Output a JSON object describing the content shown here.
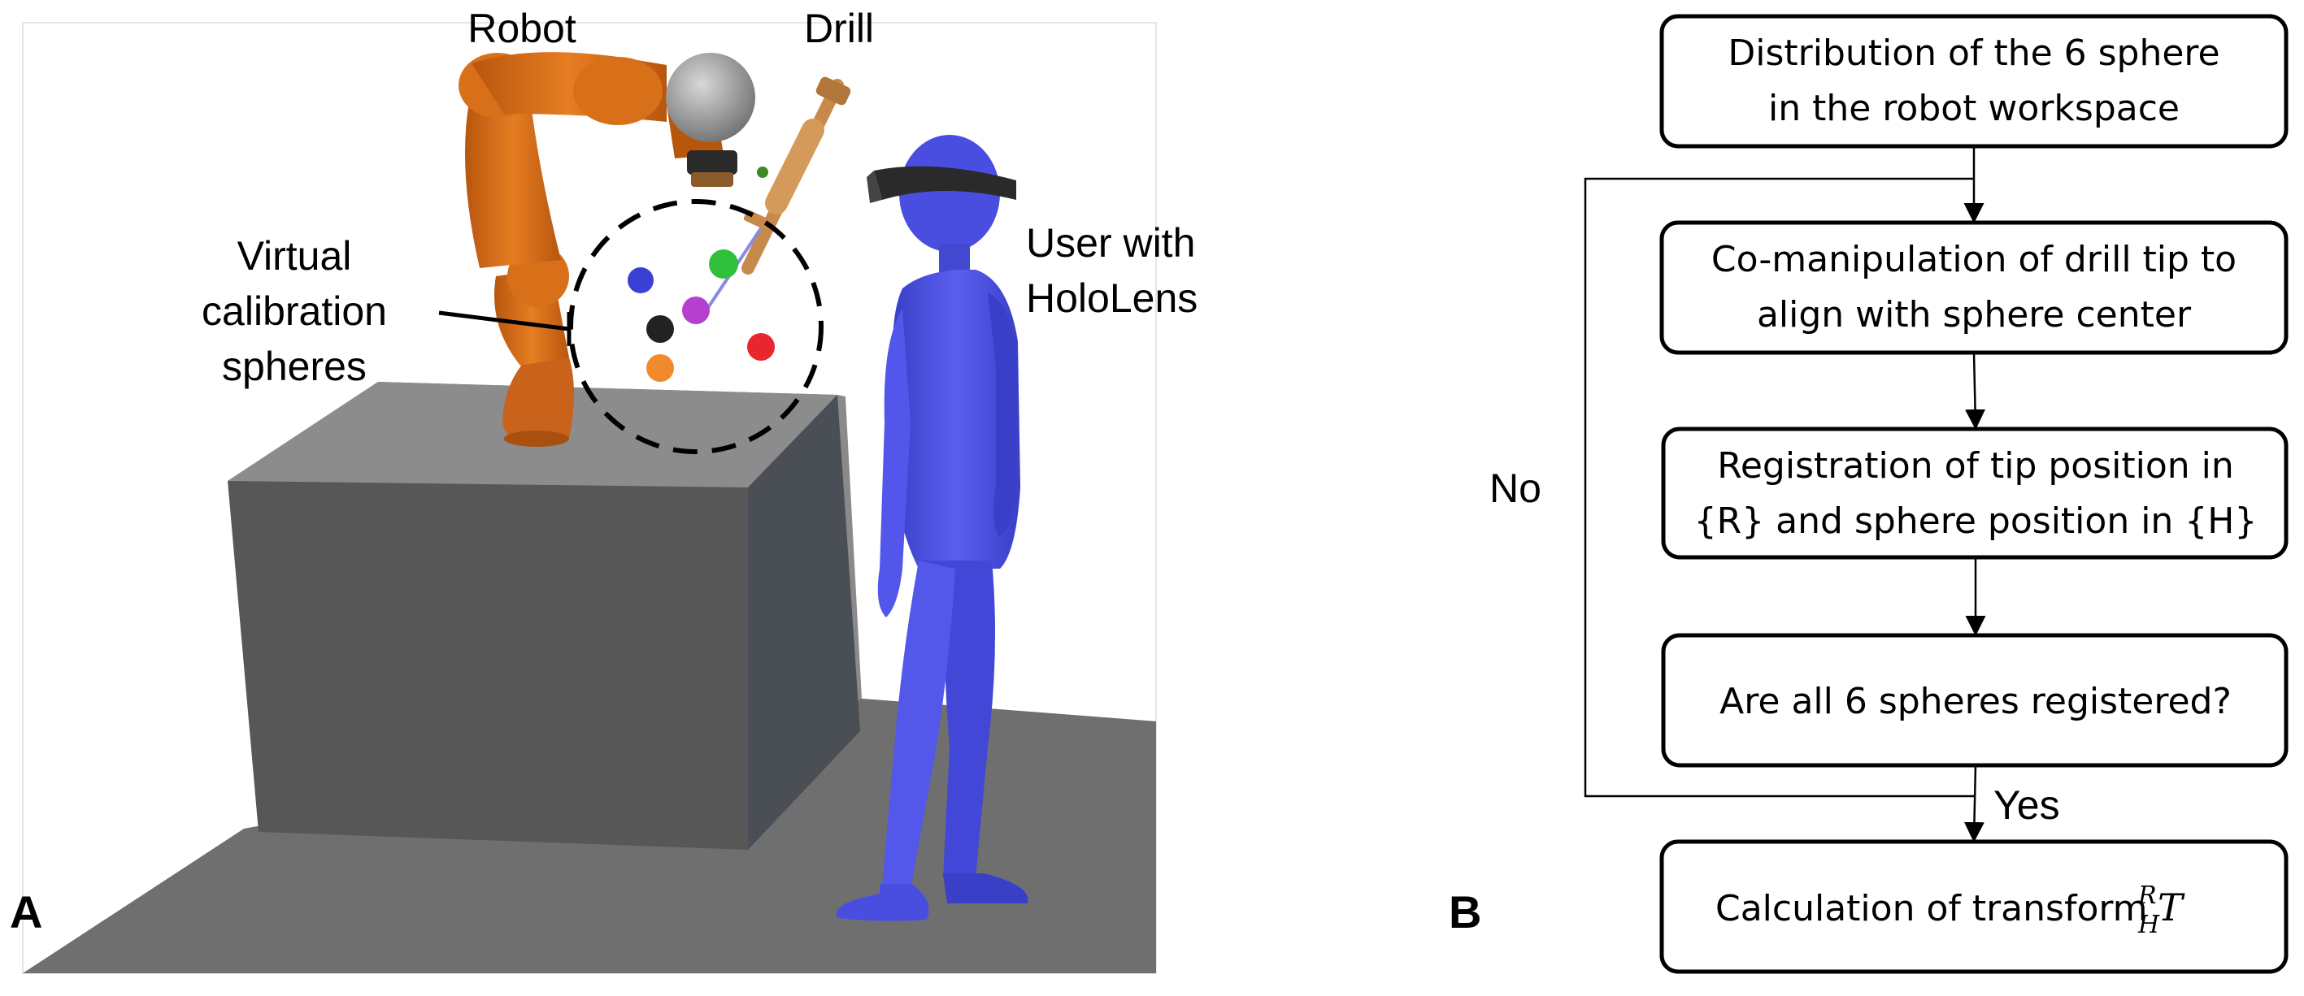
{
  "panel_a": {
    "panel_letter": "A",
    "labels": {
      "robot": "Robot",
      "drill": "Drill",
      "user_line1": "User with",
      "user_line2": "HoloLens",
      "spheres_line1": "Virtual",
      "spheres_line2": "calibration",
      "spheres_line3": "spheres"
    },
    "sphere_colors": [
      "#3a3fd6",
      "#2fbf3a",
      "#b540d0",
      "#222222",
      "#e8262d",
      "#f08a2a"
    ]
  },
  "panel_b": {
    "panel_letter": "B",
    "steps": {
      "s1_line1": "Distribution of the 6 sphere",
      "s1_line2": "in the robot workspace",
      "s2_line1": "Co-manipulation of drill tip to",
      "s2_line2": "align with sphere center",
      "s3_line1": "Registration of tip position in",
      "s3_line2": "{R} and sphere position in {H}",
      "s4": "Are all 6 spheres registered?",
      "s5_prefix": "Calculation of transform ",
      "s5_sup": "R",
      "s5_sub": "H",
      "s5_symbol": "T"
    },
    "decision": {
      "no": "No",
      "yes": "Yes"
    }
  },
  "colors": {
    "robot_orange": "#d8701a",
    "user_blue": "#4a4ee0",
    "floor_gray": "#6e6e6e",
    "box_top": "#8c8c8c",
    "box_front": "#5a5a5a",
    "box_side": "#4a4f55"
  }
}
